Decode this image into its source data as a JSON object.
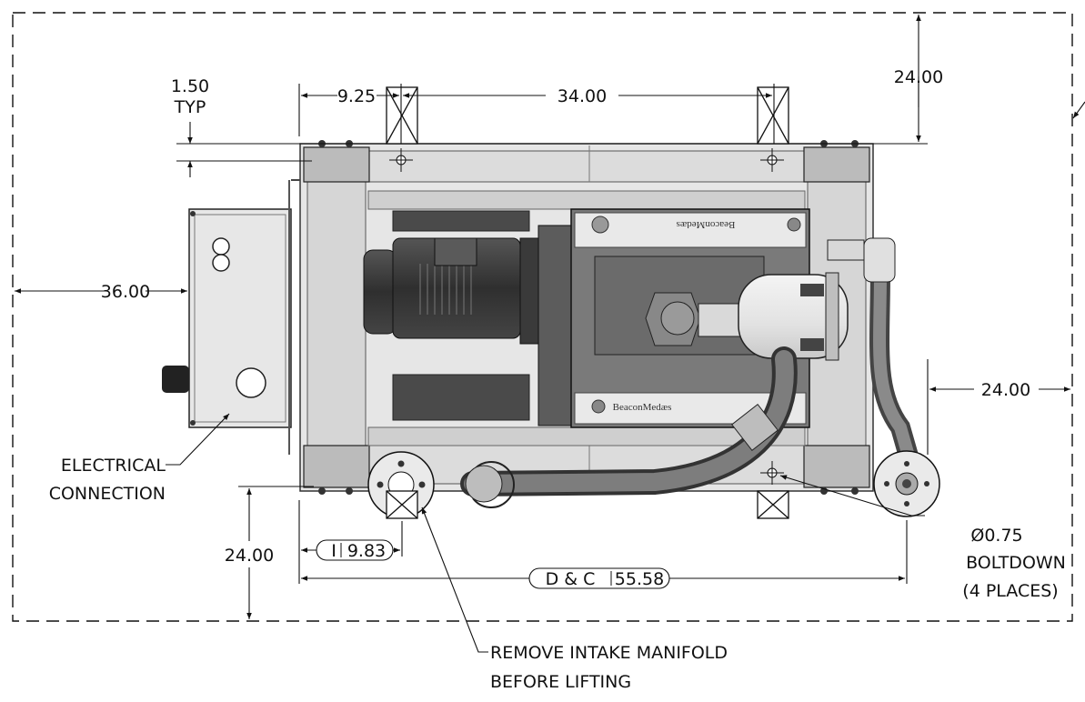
{
  "dimensions": {
    "typ_value": "1.50",
    "typ_suffix": "TYP",
    "d_9_25": "9.25",
    "d_34_00": "34.00",
    "d_24_top": "24.00",
    "d_36_00": "36.00",
    "d_24_right": "24.00",
    "d_24_left": "24.00",
    "d_9_83_prefix": "I",
    "d_9_83": "9.83",
    "dc_prefix": "D & C",
    "dc_value": "55.58"
  },
  "callouts": {
    "electrical_line1": "ELECTRICAL",
    "electrical_line2": "CONNECTION",
    "boltdown_line1": "Ø0.75",
    "boltdown_line2": "BOLTDOWN",
    "boltdown_line3": "(4 PLACES)",
    "intake_line1": "REMOVE INTAKE MANIFOLD",
    "intake_line2": "BEFORE LIFTING"
  },
  "branding": {
    "logo_text": "BeaconMedæs",
    "logo_text_flipped": "BeaconMedæs"
  },
  "colors": {
    "line": "#111111",
    "frame": "#bdbdbd",
    "motor": "#3a3a3a",
    "pump": "#6e6e6e",
    "hose": "#7a7a7a"
  }
}
